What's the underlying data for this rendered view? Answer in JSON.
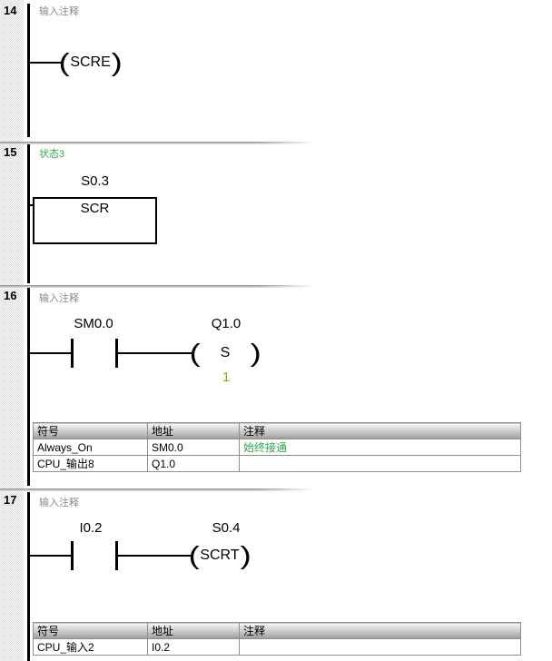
{
  "colors": {
    "comment_gray": "#8a8a8a",
    "status_green": "#2daa4b",
    "param_olive": "#a8a400",
    "wire": "#000000"
  },
  "networks": [
    {
      "number": "14",
      "comment": "输入注释",
      "coil": {
        "mnemonic": "SCRE",
        "paren_open": "(",
        "paren_close": ")"
      }
    },
    {
      "number": "15",
      "comment": "状态3",
      "box": {
        "operand": "S0.3",
        "mnemonic": "SCR"
      }
    },
    {
      "number": "16",
      "comment": "输入注释",
      "contact": {
        "operand": "SM0.0"
      },
      "coil": {
        "operand": "Q1.0",
        "mnemonic": "S",
        "param": "1",
        "paren_open": "(",
        "paren_close": ")"
      },
      "symbol_table": {
        "headers": [
          "符号",
          "地址",
          "注释"
        ],
        "rows": [
          {
            "symbol": "Always_On",
            "address": "SM0.0",
            "comment": "始终接通"
          },
          {
            "symbol": "CPU_输出8",
            "address": "Q1.0",
            "comment": ""
          }
        ]
      }
    },
    {
      "number": "17",
      "comment": "输入注释",
      "contact": {
        "operand": "I0.2"
      },
      "coil": {
        "operand": "S0.4",
        "mnemonic": "SCRT",
        "paren_open": "(",
        "paren_close": ")"
      },
      "symbol_table": {
        "headers": [
          "符号",
          "地址",
          "注释"
        ],
        "rows": [
          {
            "symbol": "CPU_输入2",
            "address": "I0.2",
            "comment": ""
          }
        ]
      }
    }
  ]
}
